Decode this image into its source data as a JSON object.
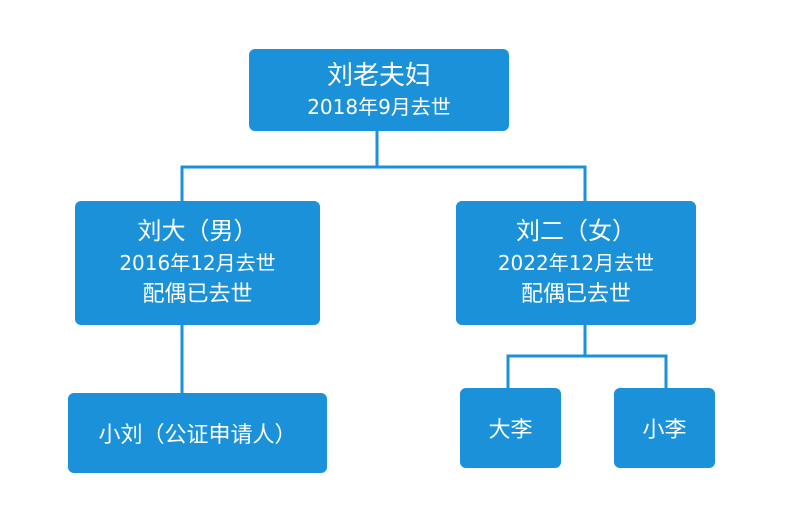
{
  "colors": {
    "node_fill": "#1a91d8",
    "node_text": "#ffffff",
    "connector": "#1a91d8",
    "background": "#ffffff"
  },
  "root": {
    "line1": "刘老夫妇",
    "line2": "2018年9月去世"
  },
  "left_child": {
    "line1": "刘大（男）",
    "line2": "2016年12月去世",
    "line3": "配偶已去世"
  },
  "right_child": {
    "line1": "刘二（女）",
    "line2": "2022年12月去世",
    "line3": "配偶已去世"
  },
  "grandchild_left": {
    "label": "小刘（公证申请人）"
  },
  "grandchild_right_1": {
    "label": "大李"
  },
  "grandchild_right_2": {
    "label": "小李"
  }
}
